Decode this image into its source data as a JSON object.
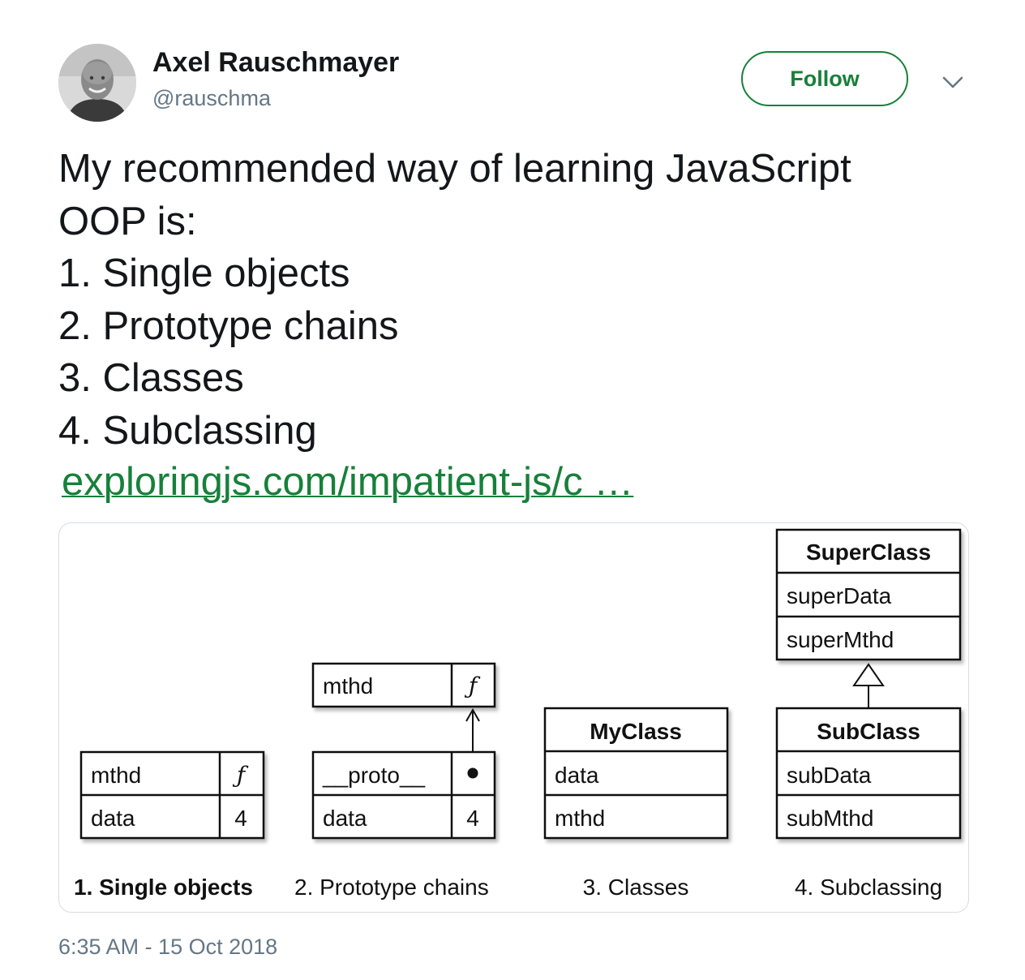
{
  "author": {
    "name": "Axel Rauschmayer",
    "handle": "@rauschma"
  },
  "actions": {
    "follow_label": "Follow",
    "menu_icon": "chevron-down-icon"
  },
  "tweet": {
    "lines": [
      "My recommended way of learning JavaScript",
      "OOP is:",
      "1. Single objects",
      "2. Prototype chains",
      "3. Classes",
      "4. Subclassing"
    ],
    "link_text": "exploringjs.com/impatient-js/c",
    "link_ellipsis": " …",
    "timestamp": "6:35 AM - 15 Oct 2018"
  },
  "colors": {
    "accent": "#17803a",
    "text": "#14171a",
    "muted": "#657786"
  },
  "diagram": {
    "single_objects": {
      "rows": [
        [
          "mthd",
          "ƒ"
        ],
        [
          "data",
          "4"
        ]
      ],
      "caption": "1. Single objects"
    },
    "prototype_chains": {
      "proto_rows": [
        [
          "mthd",
          "ƒ"
        ]
      ],
      "object_rows": [
        [
          "__proto__",
          ""
        ],
        [
          "data",
          "4"
        ]
      ],
      "caption": "2. Prototype chains"
    },
    "classes": {
      "title": "MyClass",
      "rows": [
        "data",
        "mthd"
      ],
      "caption": "3. Classes"
    },
    "subclassing": {
      "super_title": "SuperClass",
      "super_rows": [
        "superData",
        "superMthd"
      ],
      "sub_title": "SubClass",
      "sub_rows": [
        "subData",
        "subMthd"
      ],
      "caption": "4. Subclassing"
    }
  }
}
